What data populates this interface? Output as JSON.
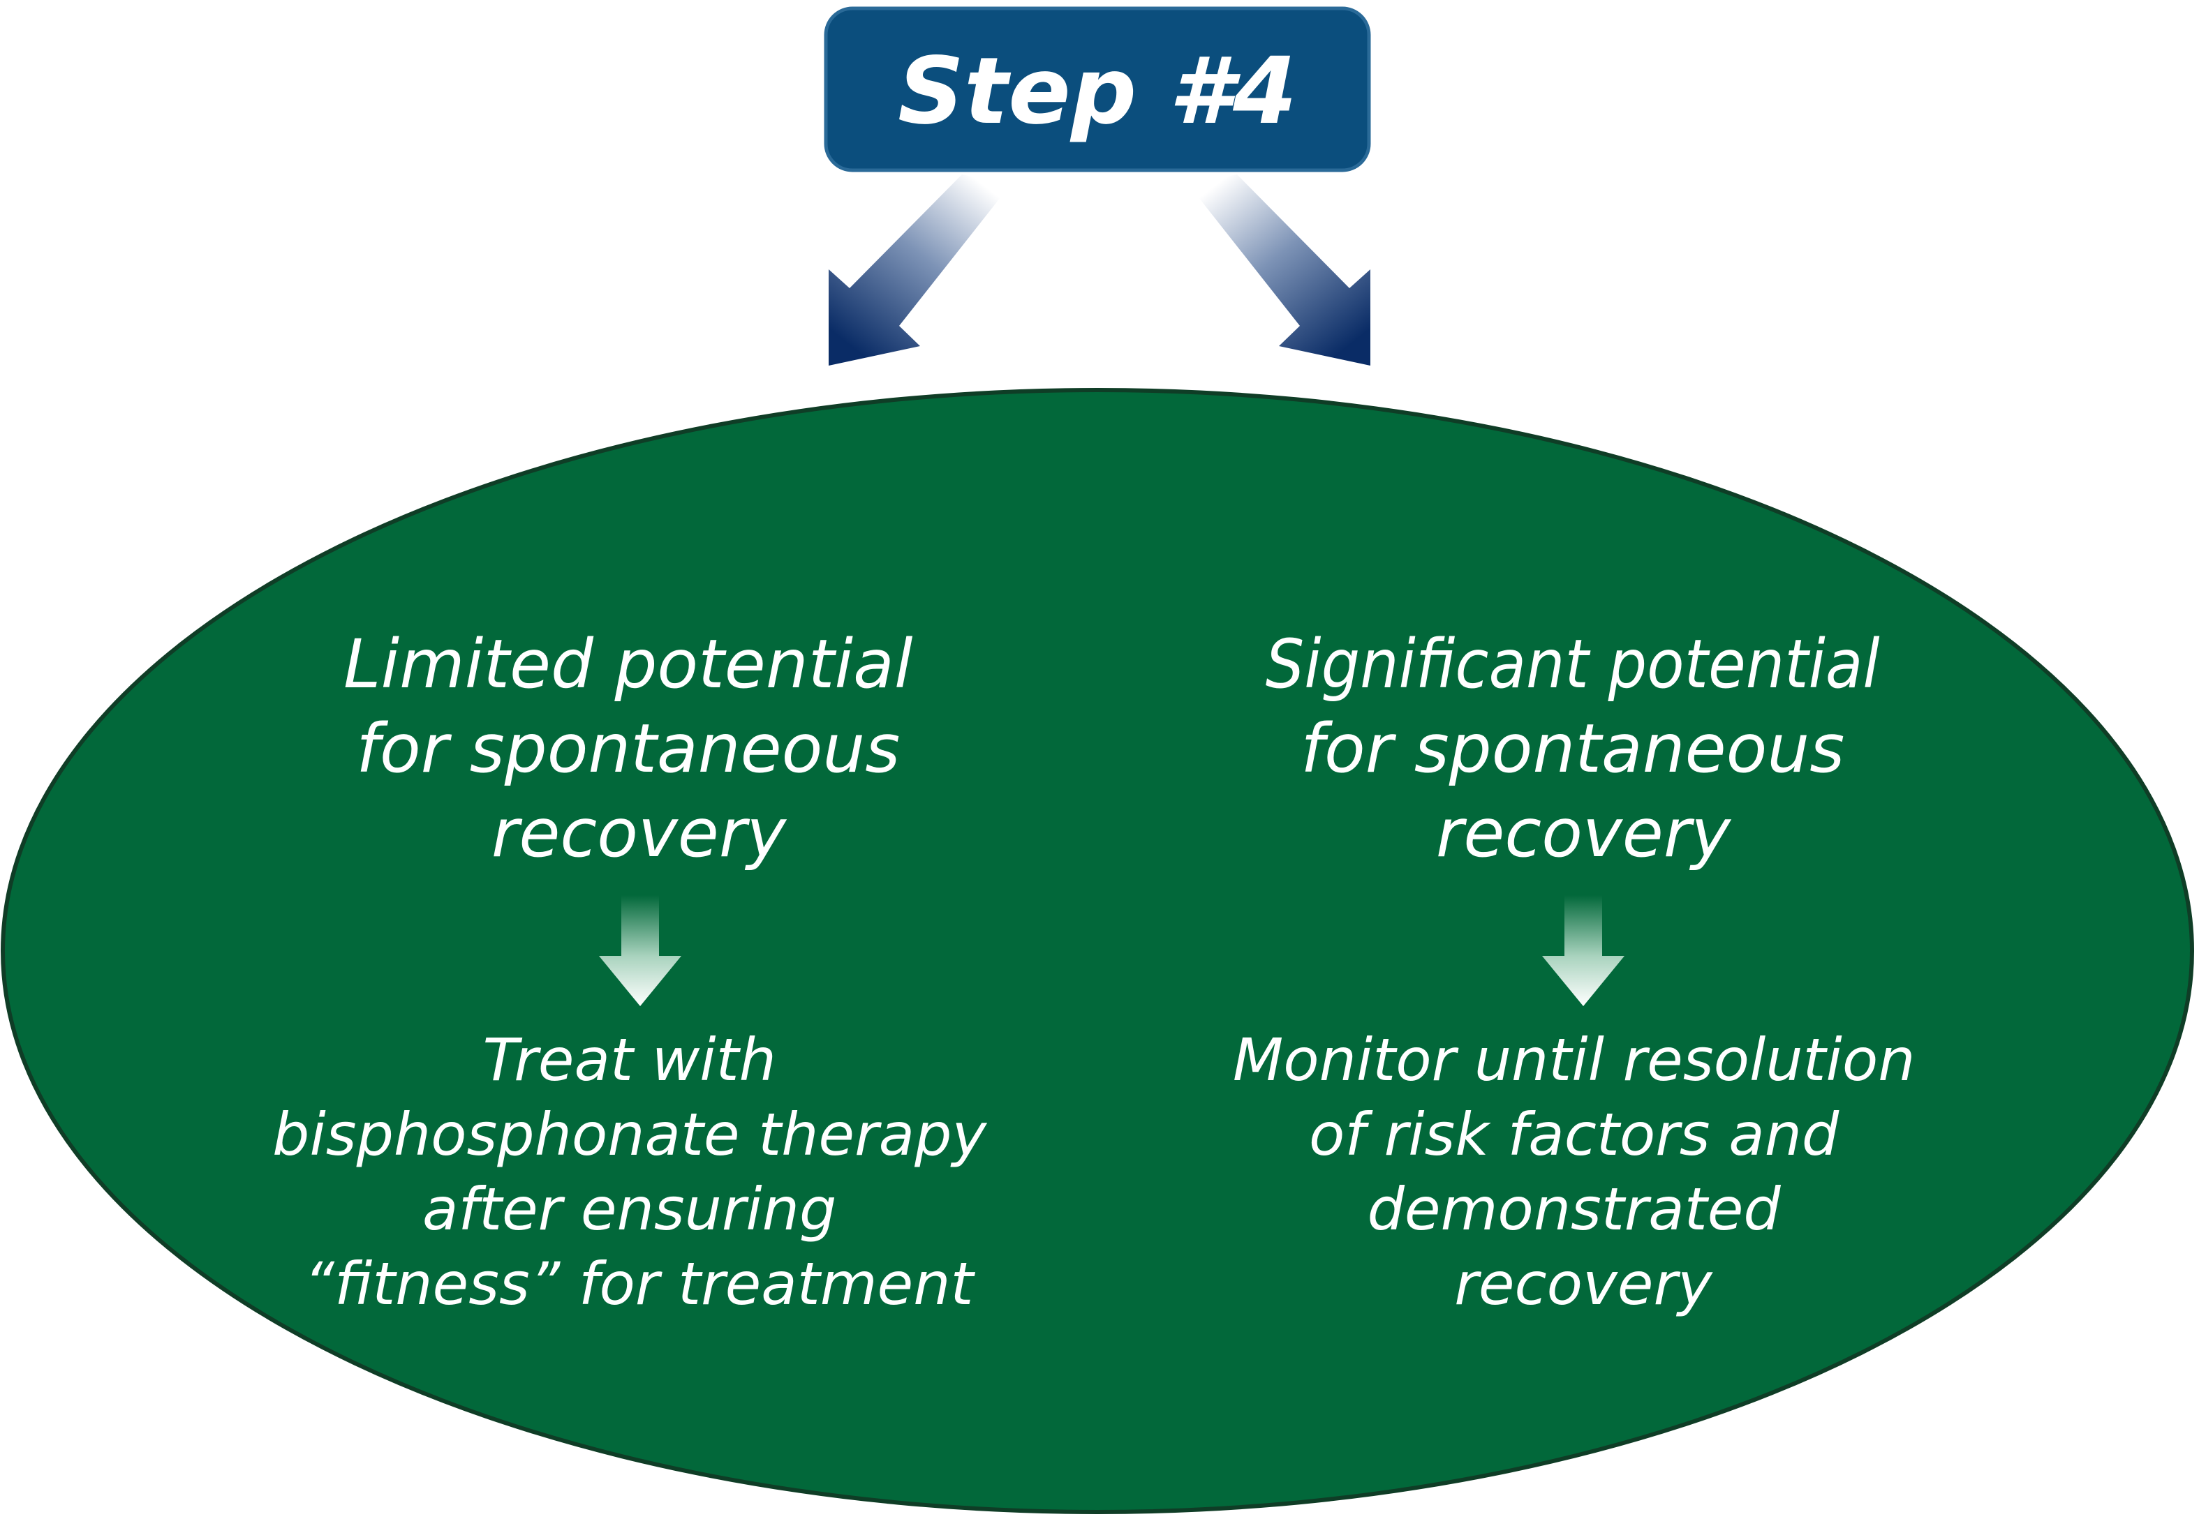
{
  "step": {
    "label": "Step #4"
  },
  "branches": [
    {
      "condition_lines": [
        "Limited potential",
        "for spontaneous",
        "recovery"
      ],
      "action_lines": [
        "Treat with",
        "bisphosphonate therapy",
        "after ensuring",
        "“fitness” for treatment"
      ]
    },
    {
      "condition_lines": [
        "Significant potential",
        "for spontaneous",
        "recovery"
      ],
      "action_lines": [
        "Monitor until resolution",
        "of risk factors and",
        "demonstrated",
        "recovery"
      ]
    }
  ],
  "colors": {
    "step_box": "#0b4e7d",
    "step_box_border": "#2a6a98",
    "oval": "#02683a",
    "oval_border": "#0f3d26",
    "arrow_dark": "#0a2c66",
    "text": "#ffffff"
  }
}
